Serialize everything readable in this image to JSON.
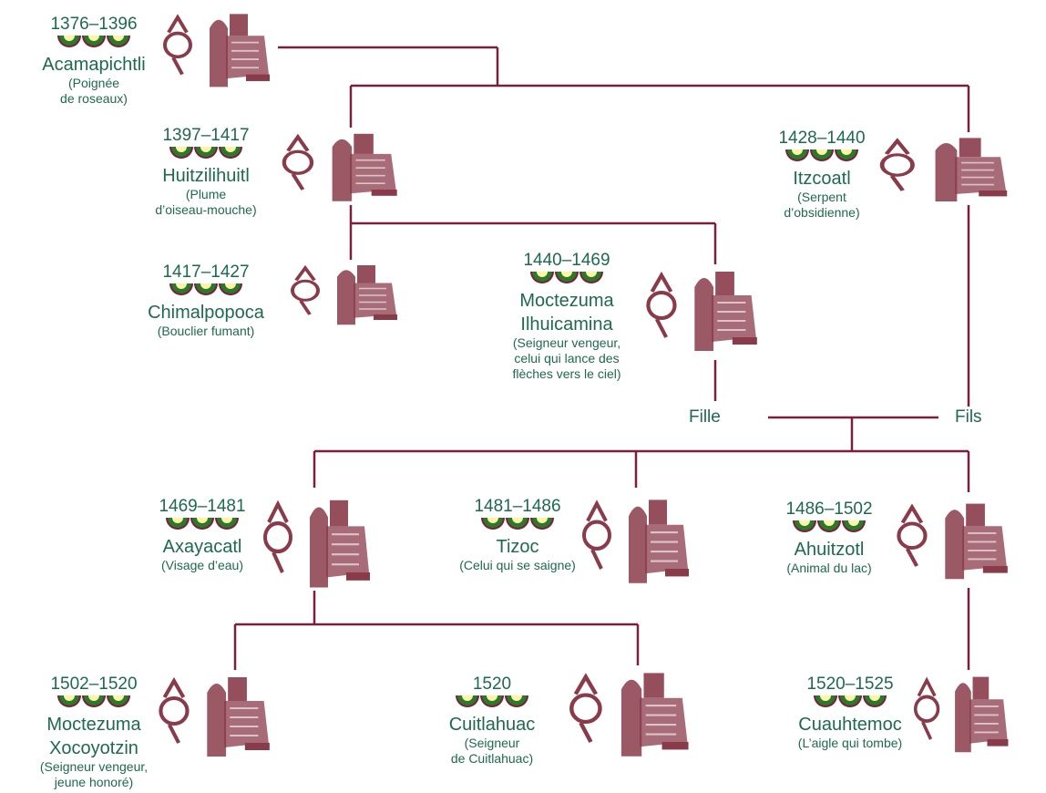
{
  "colors": {
    "text": "#1d6a4c",
    "line": "#7b1f3f",
    "ornament_green": "#2a7a2a",
    "ornament_rim": "#7b1f3f",
    "ornament_inner": "#fff3a6",
    "figure": "#8a3b4a"
  },
  "rulers": [
    {
      "dates": "1376–1396",
      "name": [
        "Acamapichtli"
      ],
      "meaning": [
        "(Poignée",
        "de roseaux)"
      ]
    },
    {
      "dates": "1397–1417",
      "name": [
        "Huitzilihuitl"
      ],
      "meaning": [
        "(Plume",
        "d’oiseau-mouche)"
      ]
    },
    {
      "dates": "1428–1440",
      "name": [
        "Itzcoatl"
      ],
      "meaning": [
        "(Serpent",
        "d’obsidienne)"
      ]
    },
    {
      "dates": "1417–1427",
      "name": [
        "Chimalpopoca"
      ],
      "meaning": [
        "(Bouclier fumant)"
      ]
    },
    {
      "dates": "1440–1469",
      "name": [
        "Moctezuma",
        "Ilhuicamina"
      ],
      "meaning": [
        "(Seigneur vengeur,",
        "celui qui lance des",
        "flèches vers le ciel)"
      ]
    },
    {
      "dates": "1469–1481",
      "name": [
        "Axayacatl"
      ],
      "meaning": [
        "(Visage d’eau)"
      ]
    },
    {
      "dates": "1481–1486",
      "name": [
        "Tizoc"
      ],
      "meaning": [
        "(Celui qui se saigne)"
      ]
    },
    {
      "dates": "1486–1502",
      "name": [
        "Ahuitzotl"
      ],
      "meaning": [
        "(Animal du lac)"
      ]
    },
    {
      "dates": "1502–1520",
      "name": [
        "Moctezuma",
        "Xocoyotzin"
      ],
      "meaning": [
        "(Seigneur vengeur,",
        "jeune honoré)"
      ]
    },
    {
      "dates": "1520",
      "name": [
        "Cuitlahuac"
      ],
      "meaning": [
        "(Seigneur",
        "de Cuitlahuac)"
      ]
    },
    {
      "dates": "1520–1525",
      "name": [
        "Cuauhtemoc"
      ],
      "meaning": [
        "(L’aigle qui tombe)"
      ]
    }
  ],
  "kinship": {
    "daughter": "Fille",
    "son": "Fils"
  }
}
